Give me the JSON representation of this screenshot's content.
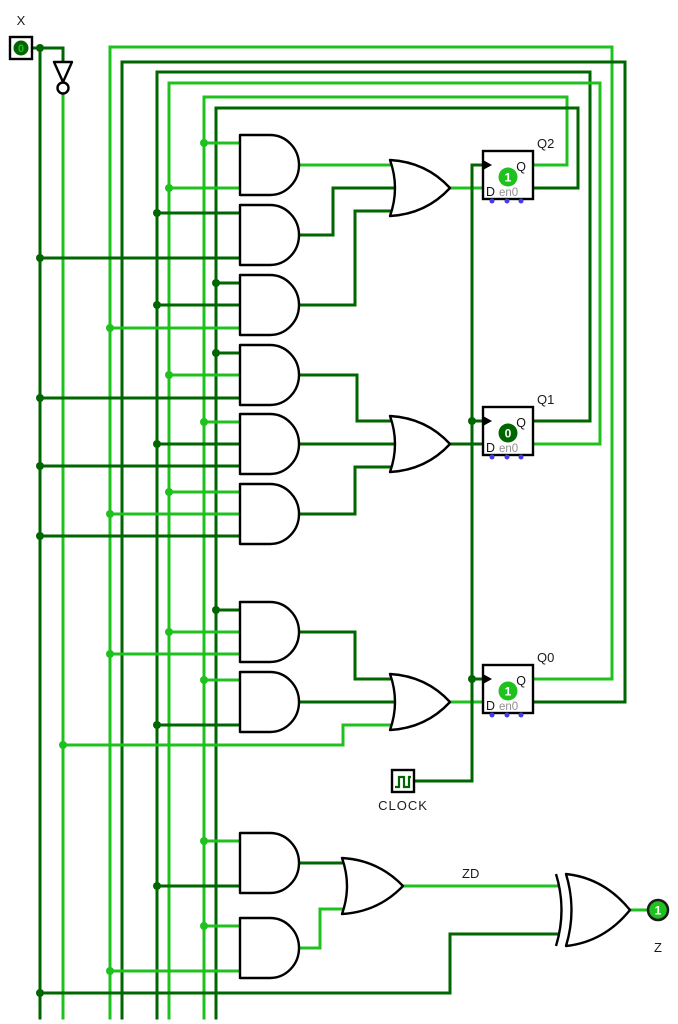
{
  "colors": {
    "high": "#1FC11F",
    "low": "#006600",
    "pin_dot": "#3C3CF0"
  },
  "labels": {
    "x": "X",
    "clock": "CLOCK",
    "zd": "ZD",
    "z": "Z"
  },
  "input_x": {
    "value": "0"
  },
  "output_z": {
    "value": "1"
  },
  "ff_pins": {
    "q": "Q",
    "d": "D",
    "en": "en0"
  },
  "ffs": [
    {
      "label": "Q2",
      "value": "1"
    },
    {
      "label": "Q1",
      "value": "0"
    },
    {
      "label": "Q0",
      "value": "1"
    }
  ],
  "signals": {
    "X": "low",
    "notX": "high",
    "Q0": "high",
    "notQ0": "low",
    "Q1": "low",
    "notQ1": "high",
    "Q2": "high",
    "notQ2": "low",
    "CLK": "low",
    "A1": "high",
    "A2": "low",
    "A3": "low",
    "A4": "low",
    "A5": "low",
    "A6": "low",
    "A7": "low",
    "A8": "low",
    "A9": "low",
    "A10": "high",
    "D2": "high",
    "D1": "low",
    "D0": "high",
    "ZD": "high",
    "Z": "high"
  }
}
